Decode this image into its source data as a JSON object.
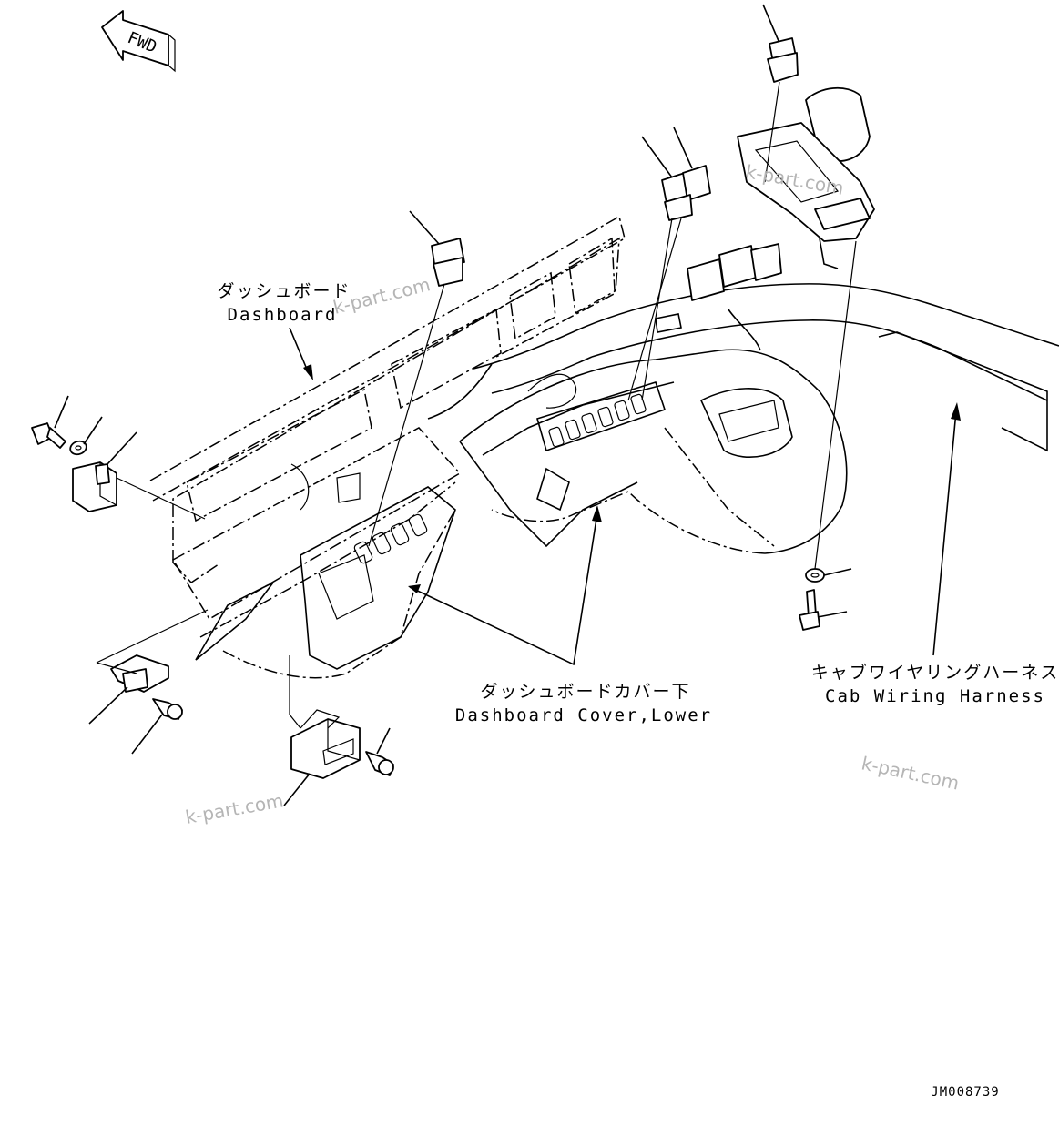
{
  "fwd_label": "FWD",
  "labels": {
    "dashboard_jp": "ダッシュボード",
    "dashboard_en": "Dashboard",
    "cover_lower_jp": "ダッシュボードカバー下",
    "cover_lower_en": "Dashboard Cover,Lower",
    "harness_jp": "キャブワイヤリングハーネス",
    "harness_en": "Cab Wiring Harness"
  },
  "watermarks": [
    "k-part.com",
    "k-part.com",
    "k-part.com",
    "k-part.com"
  ],
  "drawing_number": "JM008739"
}
